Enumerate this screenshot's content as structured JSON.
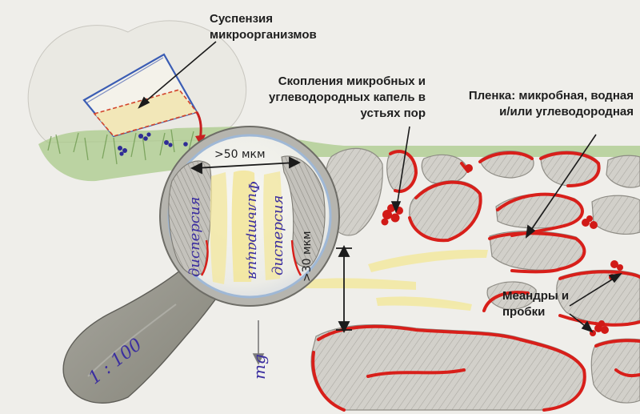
{
  "labels": {
    "suspension": "Суспензия микроорганизмов",
    "clusters": "Скопления микробных и углеводородных капель в устьях пор",
    "film": "Пленка: микробная, водная и/или углеводородная",
    "meanders": "Меандры и пробки",
    "width_dim": ">50 мкм",
    "depth_dim": ">30 мкм",
    "dispersion": "дисперсия",
    "filtration": "Фильтрация",
    "magnification": "1 : 100",
    "gravity": "mg"
  },
  "colors": {
    "background": "#efeeea",
    "grains": "#cfcdc7",
    "film": "#d81f1a",
    "moss": "#8fb36a",
    "flow": "#f3e9a4",
    "glass_rim": "#9fb8d6",
    "handle": "#999890",
    "handwriting": "#3b2ea0"
  }
}
